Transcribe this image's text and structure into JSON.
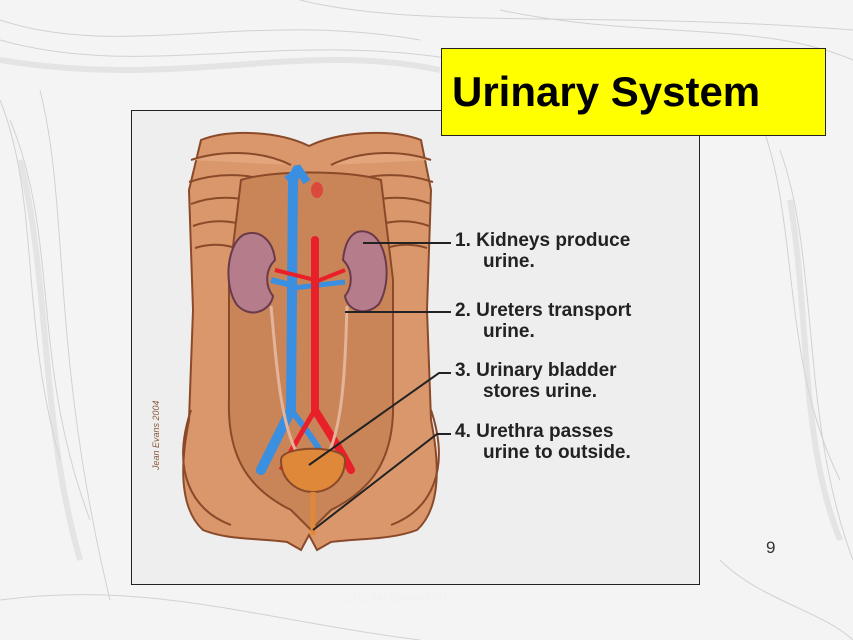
{
  "slide": {
    "title": "Urinary System",
    "number": "9",
    "footer_note": "...fe, McGraw-Hill"
  },
  "diagram": {
    "labels": [
      {
        "line1": "1. Kidneys produce",
        "line2": "urine."
      },
      {
        "line1": "2. Ureters transport",
        "line2": "urine."
      },
      {
        "line1": "3. Urinary bladder",
        "line2": "stores urine."
      },
      {
        "line1": "4. Urethra passes",
        "line2": "urine to outside."
      }
    ],
    "signature": "Jean Evans 2004"
  },
  "colors": {
    "title_bg": "#ffff00",
    "skin": "#d9976b",
    "kidney": "#b57c8c",
    "vein": "#3a8fe0",
    "artery": "#e8202a",
    "bladder": "#e0883a"
  }
}
